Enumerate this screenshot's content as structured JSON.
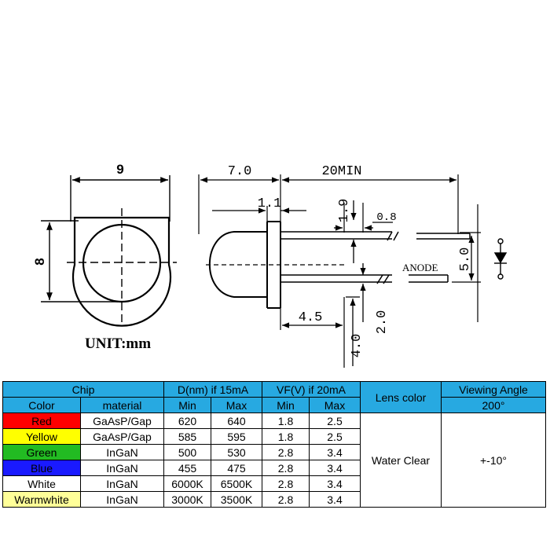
{
  "drawing": {
    "front_width": "9",
    "front_height": "8",
    "unit_label": "UNIT:mm",
    "body_length": "7.0",
    "lead_length": "20MIN",
    "flange": "1.1",
    "flange_height": "1.9",
    "lead_thickness": "0.8",
    "anode_label": "ANODE",
    "lead_spacing": "5.0",
    "dim_4_5": "4.5",
    "dim_2_0": "2.0",
    "dim_4_0": "4.0"
  },
  "table": {
    "header1": {
      "chip": "Chip",
      "wavelength": "D(nm) if 15mA",
      "vf": "VF(V) if 20mA",
      "lens": "Lens color",
      "angle": "Viewing Angle"
    },
    "header2": {
      "color": "Color",
      "material": "material",
      "min1": "Min",
      "max1": "Max",
      "min2": "Min",
      "max2": "Max",
      "angle_value": "200°"
    },
    "lens_value": "Water Clear",
    "angle_tolerance": "+-10°",
    "rows": [
      {
        "color": "Red",
        "material": "GaAsP/Gap",
        "dmin": "620",
        "dmax": "640",
        "vmin": "1.8",
        "vmax": "2.5",
        "bg": "#ff0000"
      },
      {
        "color": "Yellow",
        "material": "GaAsP/Gap",
        "dmin": "585",
        "dmax": "595",
        "vmin": "1.8",
        "vmax": "2.5",
        "bg": "#ffff00"
      },
      {
        "color": "Green",
        "material": "InGaN",
        "dmin": "500",
        "dmax": "530",
        "vmin": "2.8",
        "vmax": "3.4",
        "bg": "#22bb22"
      },
      {
        "color": "Blue",
        "material": "InGaN",
        "dmin": "455",
        "dmax": "475",
        "vmin": "2.8",
        "vmax": "3.4",
        "bg": "#1a1aff"
      },
      {
        "color": "White",
        "material": "InGaN",
        "dmin": "6000K",
        "dmax": "6500K",
        "vmin": "2.8",
        "vmax": "3.4",
        "bg": "#ffffff"
      },
      {
        "color": "Warmwhite",
        "material": "InGaN",
        "dmin": "3000K",
        "dmax": "3500K",
        "vmin": "2.8",
        "vmax": "3.4",
        "bg": "#ffff99"
      }
    ]
  }
}
